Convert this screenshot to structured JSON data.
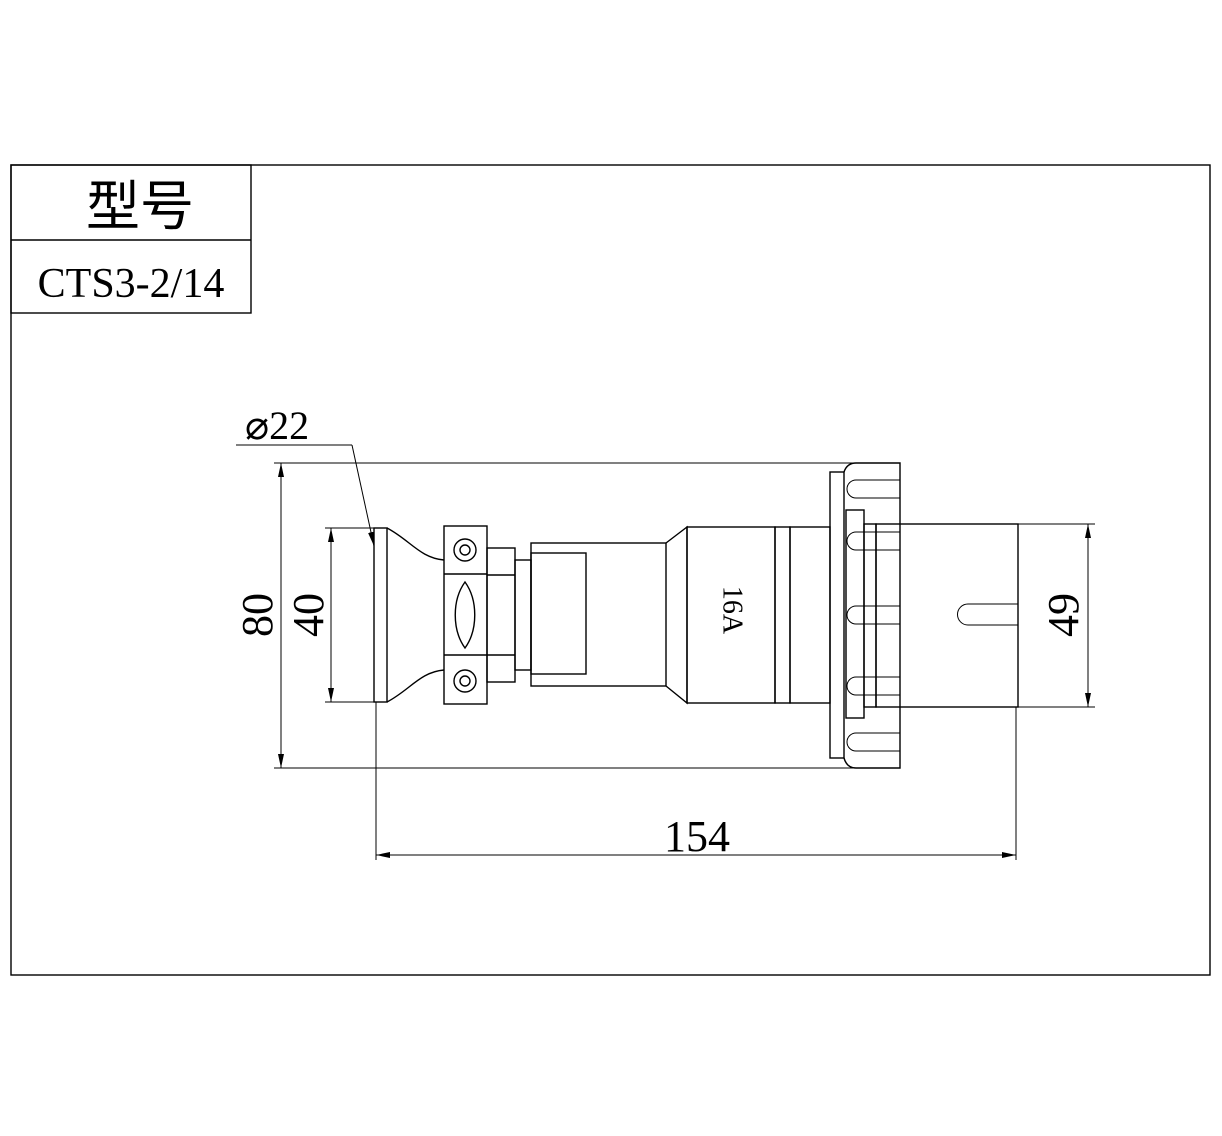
{
  "title_block": {
    "header": "型号",
    "model": "CTS3-2/14"
  },
  "dimensions": {
    "diameter": "⌀22",
    "overall_height": "80",
    "body_height": "40",
    "plug_height": "49",
    "overall_length": "154"
  },
  "rating_label": "16A"
}
